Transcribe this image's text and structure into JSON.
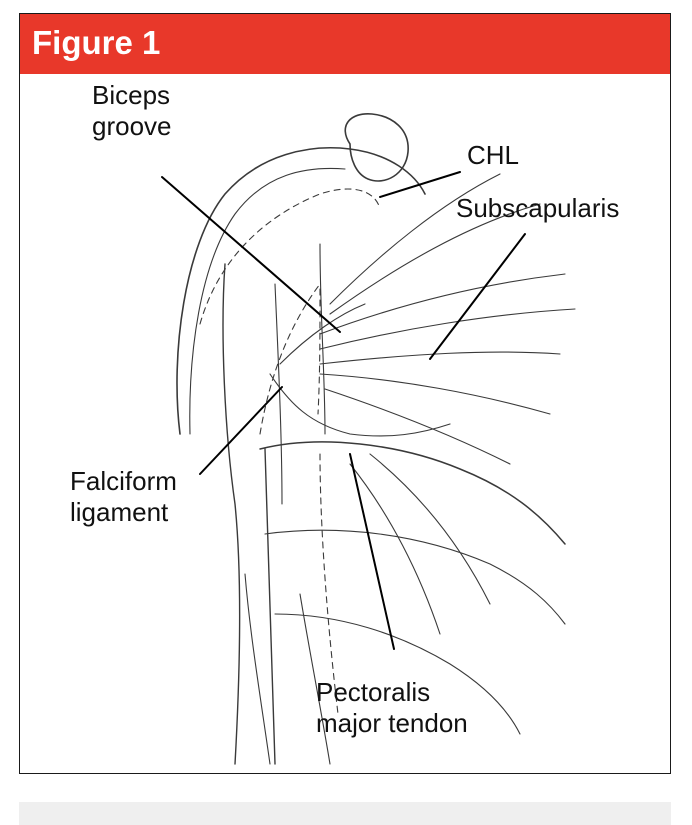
{
  "figure": {
    "title": "Figure 1",
    "header_color": "#e8382a",
    "labels": {
      "biceps_groove": [
        "Biceps",
        "groove"
      ],
      "chl": "CHL",
      "subscapularis": "Subscapularis",
      "falciform_ligament": [
        "Falciform",
        "ligament"
      ],
      "pectoralis_major_tendon": [
        "Pectoralis",
        "major tendon"
      ]
    }
  }
}
